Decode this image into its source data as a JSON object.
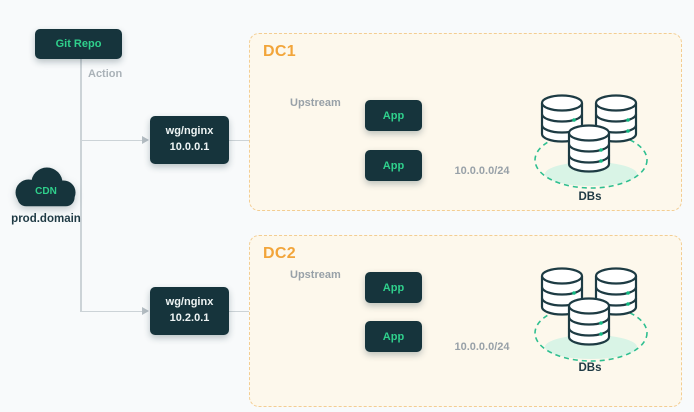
{
  "colors": {
    "background": "#f8fafb",
    "node_bg": "#16343c",
    "accent_green": "#2fd08c",
    "dc_title": "#f2a53a",
    "panel_border": "#f3cd92",
    "panel_bg": "#fdf8ec",
    "connector": "#ccd3d7",
    "muted_label": "#98a1a8",
    "db_outline": "#1d3b43",
    "db_halo": "#d9f4e6",
    "db_dashed_ring": "#2fbf90"
  },
  "source": {
    "git_repo_label": "Git Repo",
    "action_label": "Action",
    "cdn_label": "CDN",
    "cdn_domain": "prod.domain"
  },
  "dc1": {
    "title": "DC1",
    "gateway_name": "wg/nginx",
    "gateway_ip": "10.0.0.1",
    "upstream_label": "Upstream",
    "apps": [
      {
        "label": "App"
      },
      {
        "label": "App"
      }
    ],
    "subnet_label": "10.0.0.0/24",
    "dbs_label": "DBs",
    "db_count": 3
  },
  "dc2": {
    "title": "DC2",
    "gateway_name": "wg/nginx",
    "gateway_ip": "10.2.0.1",
    "upstream_label": "Upstream",
    "apps": [
      {
        "label": "App"
      },
      {
        "label": "App"
      }
    ],
    "subnet_label": "10.0.0.0/24",
    "dbs_label": "DBs",
    "db_count": 3
  }
}
